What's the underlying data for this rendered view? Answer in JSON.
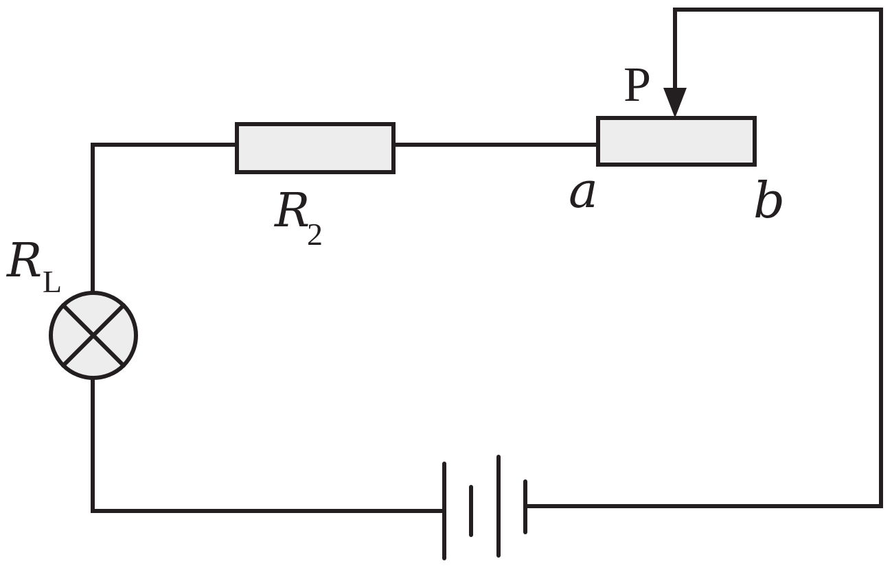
{
  "labels": {
    "r2_main": "R",
    "r2_sub": "2",
    "rl_main": "R",
    "rl_sub": "L",
    "slider": "P",
    "end_a": "a",
    "end_b": "b"
  },
  "colors": {
    "wire": "#231f20",
    "component_fill": "#ededed",
    "background": "#ffffff"
  }
}
